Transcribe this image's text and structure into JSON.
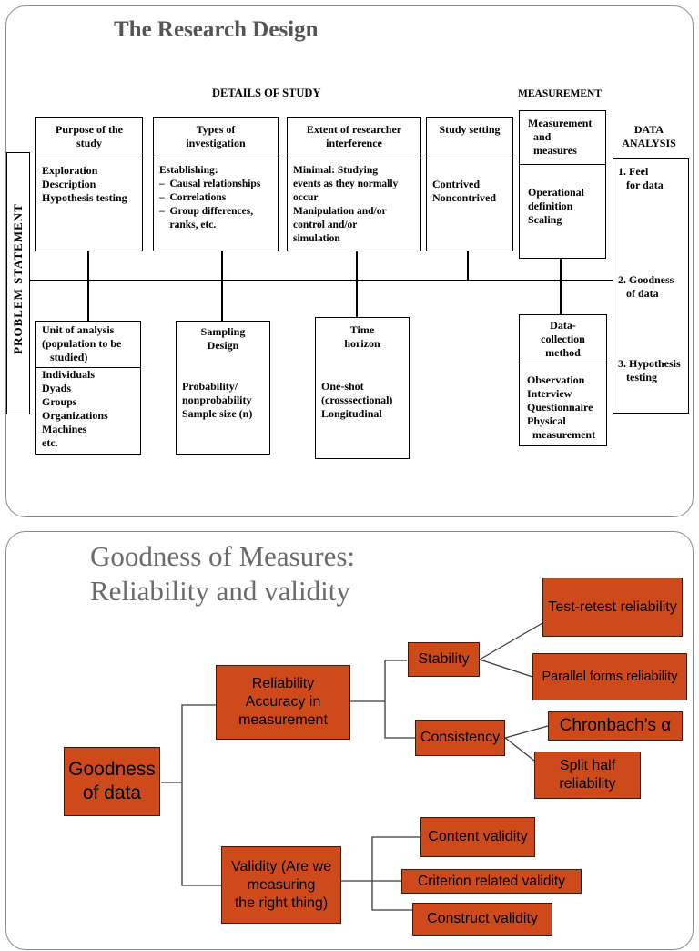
{
  "slide1": {
    "title": "The Research Design",
    "details_header": "DETAILS OF STUDY",
    "measurement_header": "MEASUREMENT",
    "problem_statement": "PROBLEM STATEMENT",
    "data_analysis": {
      "header": "DATA\nANALYSIS",
      "items": [
        "1. Feel\n   for data",
        "2. Goodness\n   of data",
        "3. Hypothesis\n   testing"
      ]
    },
    "purpose": {
      "title": "Purpose of the\nstudy",
      "body": "Exploration\nDescription\nHypothesis testing"
    },
    "types": {
      "title": "Types of\ninvestigation",
      "body": "Establishing:\n–  Causal relationships\n–  Correlations\n–  Group differences,\n    ranks, etc."
    },
    "extent": {
      "title": "Extent of researcher\ninterference",
      "body": "Minimal: Studying\nevents as they normally\noccur\nManipulation and/or\ncontrol and/or\nsimulation"
    },
    "setting": {
      "title": "Study setting",
      "body": "Contrived\nNoncontrived"
    },
    "measures": {
      "title": "Measurement\n  and\n  measures",
      "body": "Operational\ndefinition\nScaling"
    },
    "unit": {
      "title": "Unit of analysis\n(population to be\n   studied)",
      "body": "Individuals\nDyads\nGroups\nOrganizations\nMachines\netc."
    },
    "sampling": {
      "title": "Sampling\nDesign",
      "body": "Probability/\nnonprobability\nSample size (n)"
    },
    "time": {
      "title": "Time\nhorizon",
      "body": "One-shot\n(crosssectional)\nLongitudinal"
    },
    "collection": {
      "title": "Data-\ncollection\nmethod",
      "body": "Observation\nInterview\nQuestionnaire\nPhysical\n  measurement"
    }
  },
  "slide2": {
    "title": "Goodness of Measures:\nReliability and validity",
    "goodness": "Goodness\nof data",
    "reliability": "Reliability\nAccuracy in\nmeasurement",
    "validity": "Validity (Are we\nmeasuring\nthe right thing)",
    "stability": "Stability",
    "consistency": "Consistency",
    "test_retest": "Test-retest reliability",
    "parallel": "Parallel forms reliability",
    "chronbach": "Chronbach’s α",
    "split_half": "Split half\nreliability",
    "content": "Content validity",
    "criterion": "Criterion related validity",
    "construct": "Construct validity",
    "colors": {
      "box_fill": "#cf4a1a",
      "title_gray": "#6a6a6a"
    }
  }
}
